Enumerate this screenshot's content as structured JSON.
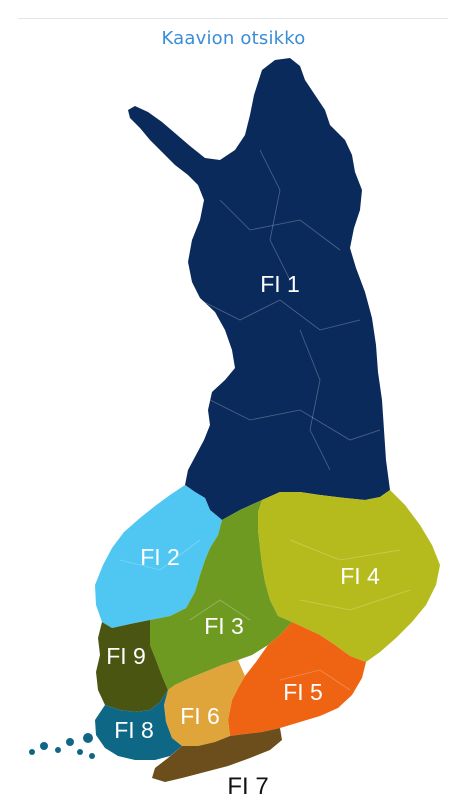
{
  "title": "Kaavion otsikko",
  "colors": {
    "FI1": "#0b2a5c",
    "FI2": "#4fc7f2",
    "FI3": "#6f9a22",
    "FI4": "#b5bb1c",
    "FI5": "#ee6412",
    "FI6": "#dfa53a",
    "FI7": "#6b4e1c",
    "FI8": "#0f6786",
    "FI9": "#4a5512"
  },
  "regions": [
    {
      "id": "FI1",
      "label": "FI 1"
    },
    {
      "id": "FI2",
      "label": "FI 2"
    },
    {
      "id": "FI3",
      "label": "FI 3"
    },
    {
      "id": "FI4",
      "label": "FI 4"
    },
    {
      "id": "FI5",
      "label": "FI 5"
    },
    {
      "id": "FI6",
      "label": "FI 6"
    },
    {
      "id": "FI7",
      "label": "FI 7"
    },
    {
      "id": "FI8",
      "label": "FI 8"
    },
    {
      "id": "FI9",
      "label": "FI 9"
    }
  ]
}
